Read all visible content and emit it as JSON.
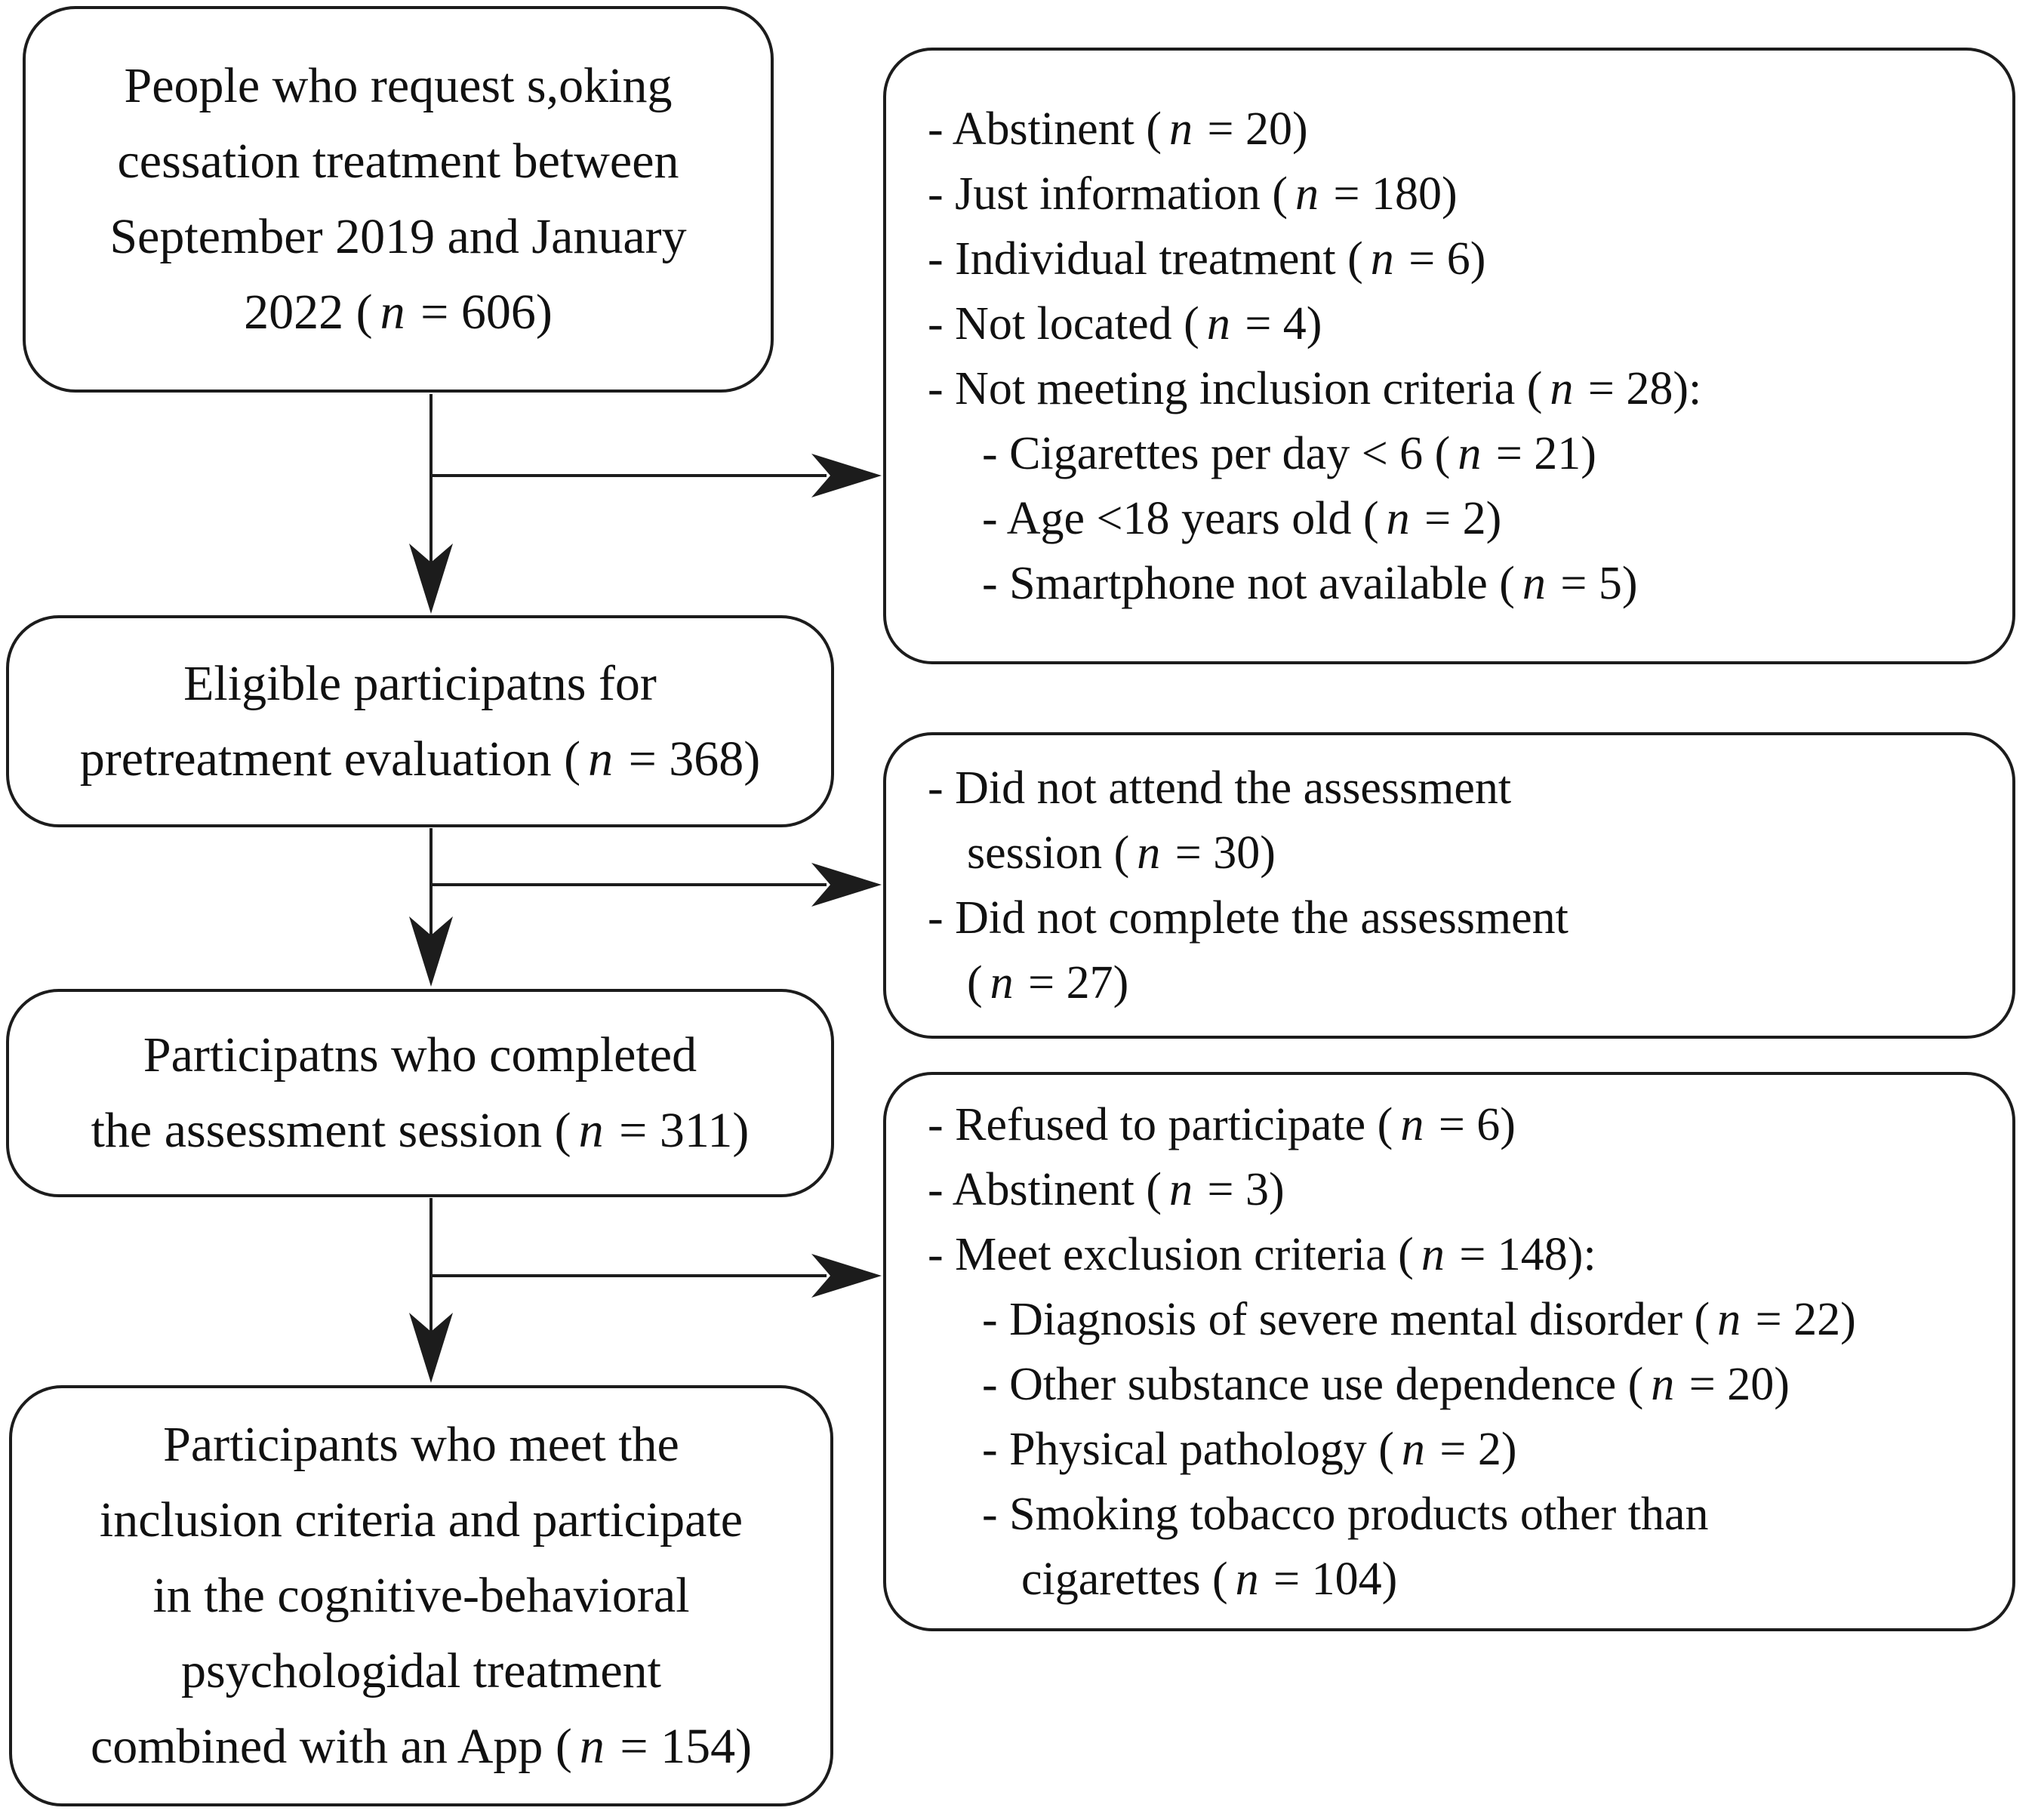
{
  "diagram": {
    "type": "flowchart",
    "background": "#ffffff",
    "line_color": "#1c1c1c",
    "text_color": "#111111",
    "flow_boxes": [
      {
        "id": "requests",
        "lines": [
          "People who request s,oking",
          "cessation treatment between",
          "September 2019 and January",
          "2022 (n = 606)"
        ]
      },
      {
        "id": "eligible",
        "lines": [
          "Eligible participatns for",
          "pretreatment evaluation (n = 368)"
        ]
      },
      {
        "id": "completed-assessment",
        "lines": [
          "Participatns who completed",
          "the assessment session (n = 311)"
        ]
      },
      {
        "id": "included-treatment",
        "lines": [
          "Participants who meet the",
          "inclusion criteria and participate",
          "in the cognitive-behavioral",
          "psychologidal treatment",
          "combined with an App (n = 154)"
        ]
      }
    ],
    "side_boxes": [
      {
        "id": "exclusions-before-eligibility",
        "items": [
          {
            "text": "- Abstinent (n = 20)",
            "level": 0,
            "cont": false
          },
          {
            "text": "- Just information (n = 180)",
            "level": 0,
            "cont": false
          },
          {
            "text": "- Individual treatment (n = 6)",
            "level": 0,
            "cont": false
          },
          {
            "text": "- Not located (n = 4)",
            "level": 0,
            "cont": false
          },
          {
            "text": "- Not meeting inclusion criteria (n = 28):",
            "level": 0,
            "cont": false
          },
          {
            "text": "- Cigarettes per day < 6 (n = 21)",
            "level": 1,
            "cont": false
          },
          {
            "text": "- Age <18 years old (n = 2)",
            "level": 1,
            "cont": false
          },
          {
            "text": "- Smartphone not available (n = 5)",
            "level": 1,
            "cont": false
          }
        ]
      },
      {
        "id": "assessment-dropouts",
        "items": [
          {
            "text": "- Did not attend the assessment",
            "level": 0,
            "cont": false
          },
          {
            "text": "session (n = 30)",
            "level": 0,
            "cont": true
          },
          {
            "text": "- Did not complete the assessment",
            "level": 0,
            "cont": false
          },
          {
            "text": "(n = 27)",
            "level": 0,
            "cont": true
          }
        ]
      },
      {
        "id": "exclusions-after-assessment",
        "items": [
          {
            "text": "- Refused to participate (n = 6)",
            "level": 0,
            "cont": false
          },
          {
            "text": "- Abstinent (n = 3)",
            "level": 0,
            "cont": false
          },
          {
            "text": "- Meet exclusion criteria (n = 148):",
            "level": 0,
            "cont": false
          },
          {
            "text": "- Diagnosis of severe mental disorder (n = 22)",
            "level": 1,
            "cont": false
          },
          {
            "text": "- Other substance use dependence (n = 20)",
            "level": 1,
            "cont": false
          },
          {
            "text": "- Physical pathology (n = 2)",
            "level": 1,
            "cont": false
          },
          {
            "text": "- Smoking tobacco products other than",
            "level": 1,
            "cont": false
          },
          {
            "text": "cigarettes (n = 104)",
            "level": 1,
            "cont": true
          }
        ]
      }
    ]
  }
}
